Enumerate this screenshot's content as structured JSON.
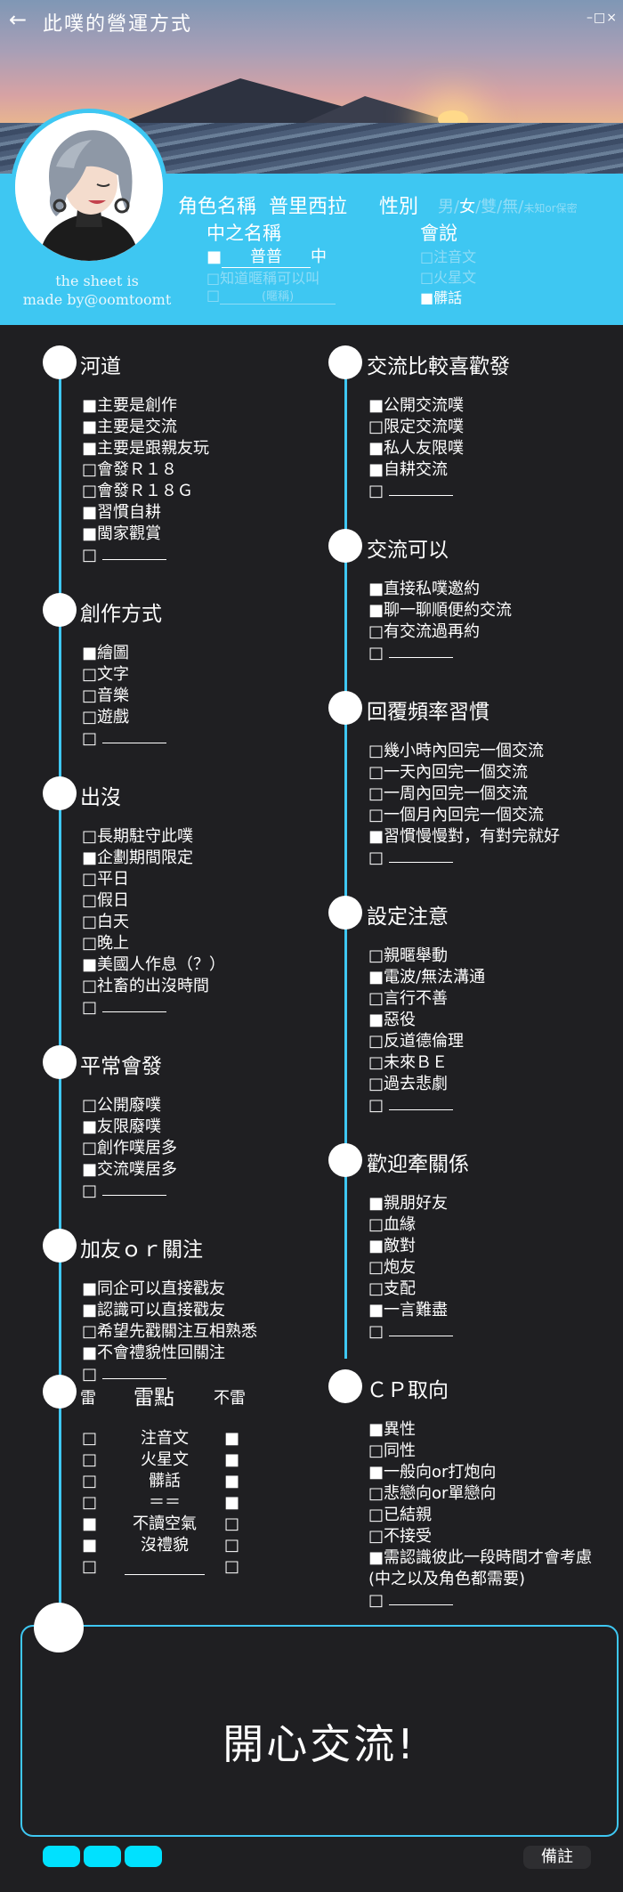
{
  "header": {
    "back_icon": "arrow-left-icon",
    "title": "此噗的營運方式",
    "window_controls": "–□×"
  },
  "profile": {
    "role_label": "角色名稱",
    "role_name": "普里西拉",
    "gender_label": "性別",
    "gender_options": [
      "男",
      "女",
      "雙",
      "無",
      "未知or保密"
    ],
    "gender_selected": "女",
    "nickname_title": "中之名稱",
    "nickname_option1_prefix": "■",
    "nickname_option1_value": "普普",
    "nickname_option1_suffix": "中",
    "nickname_option2": "□知道暱稱可以叫",
    "nickname_option3_prefix": "□",
    "nickname_option3_value": "(暱稱)",
    "speak_title": "會說",
    "speak_options": [
      "□注音文",
      "□火星文",
      "■髒話"
    ],
    "credit_line1": "the sheet is",
    "credit_line2": "made by@oomtoomt"
  },
  "left_sections": [
    {
      "title": "河道",
      "items": [
        "■主要是創作",
        "■主要是交流",
        "■主要是跟親友玩",
        "□會發Ｒ１８",
        "□會發Ｒ１８Ｇ",
        "■習慣自耕",
        "■閩家觀賞",
        "□"
      ]
    },
    {
      "title": "創作方式",
      "items": [
        "■繪圖",
        "□文字",
        "□音樂",
        "□遊戲",
        "□"
      ]
    },
    {
      "title": "出沒",
      "items": [
        "□長期駐守此噗",
        "■企劃期間限定",
        "□平日",
        "□假日",
        "□白天",
        "□晚上",
        "■美國人作息（？）",
        "□社畜的出沒時間",
        "□"
      ]
    },
    {
      "title": "平常會發",
      "items": [
        "□公開廢噗",
        "■友限廢噗",
        "□創作噗居多",
        "■交流噗居多",
        "□"
      ]
    },
    {
      "title": "加友ｏｒ關注",
      "items": [
        "■同企可以直接戳友",
        "■認識可以直接戳友",
        "□希望先戳關注互相熟悉",
        "■不會禮貌性回關注",
        "□"
      ]
    }
  ],
  "right_sections": [
    {
      "title": "交流比較喜歡發",
      "items": [
        "■公開交流噗",
        "□限定交流噗",
        "■私人友限噗",
        "■自耕交流",
        "□"
      ]
    },
    {
      "title": "交流可以",
      "items": [
        "■直接私噗邀約",
        "■聊一聊順便約交流",
        "□有交流過再約",
        "□"
      ]
    },
    {
      "title": "回覆頻率習慣",
      "items": [
        "□幾小時內回完一個交流",
        "□一天內回完一個交流",
        "□一周內回完一個交流",
        "□一個月內回完一個交流",
        "■習慣慢慢對，有對完就好",
        "□"
      ]
    },
    {
      "title": "設定注意",
      "items": [
        "□親暱舉動",
        "■電波/無法溝通",
        "□言行不善",
        "■惡役",
        "□反道德倫理",
        "□未來ＢＥ",
        "□過去悲劇",
        "□"
      ]
    },
    {
      "title": "歡迎牽關係",
      "items": [
        "■親朋好友",
        "□血緣",
        "■敵對",
        "□炮友",
        "□支配",
        "■一言難盡",
        "□"
      ]
    },
    {
      "title": "ＣＰ取向",
      "items": [
        "■異性",
        "□同性",
        "■一般向or打炮向",
        "□悲戀向or單戀向",
        "□已結親",
        "□不接受",
        "■需認識彼此一段時間才會考慮",
        "(中之以及角色都需要)",
        "□"
      ]
    }
  ],
  "lei": {
    "left_header": "雷",
    "center_header": "雷點",
    "right_header": "不雷",
    "rows": [
      {
        "left": "□",
        "label": "注音文",
        "right": "■"
      },
      {
        "left": "□",
        "label": "火星文",
        "right": "■"
      },
      {
        "left": "□",
        "label": "髒話",
        "right": "■"
      },
      {
        "left": "□",
        "label": "＝＝",
        "right": "■"
      },
      {
        "left": "■",
        "label": "不讀空氣",
        "right": "□"
      },
      {
        "left": "■",
        "label": "沒禮貌",
        "right": "□"
      },
      {
        "left": "□",
        "label": "",
        "right": "□"
      }
    ]
  },
  "footer": {
    "message": "開心交流!",
    "memo_label": "備註",
    "accent_color": "#3ec7f2",
    "pill_color": "#00e1ff"
  }
}
